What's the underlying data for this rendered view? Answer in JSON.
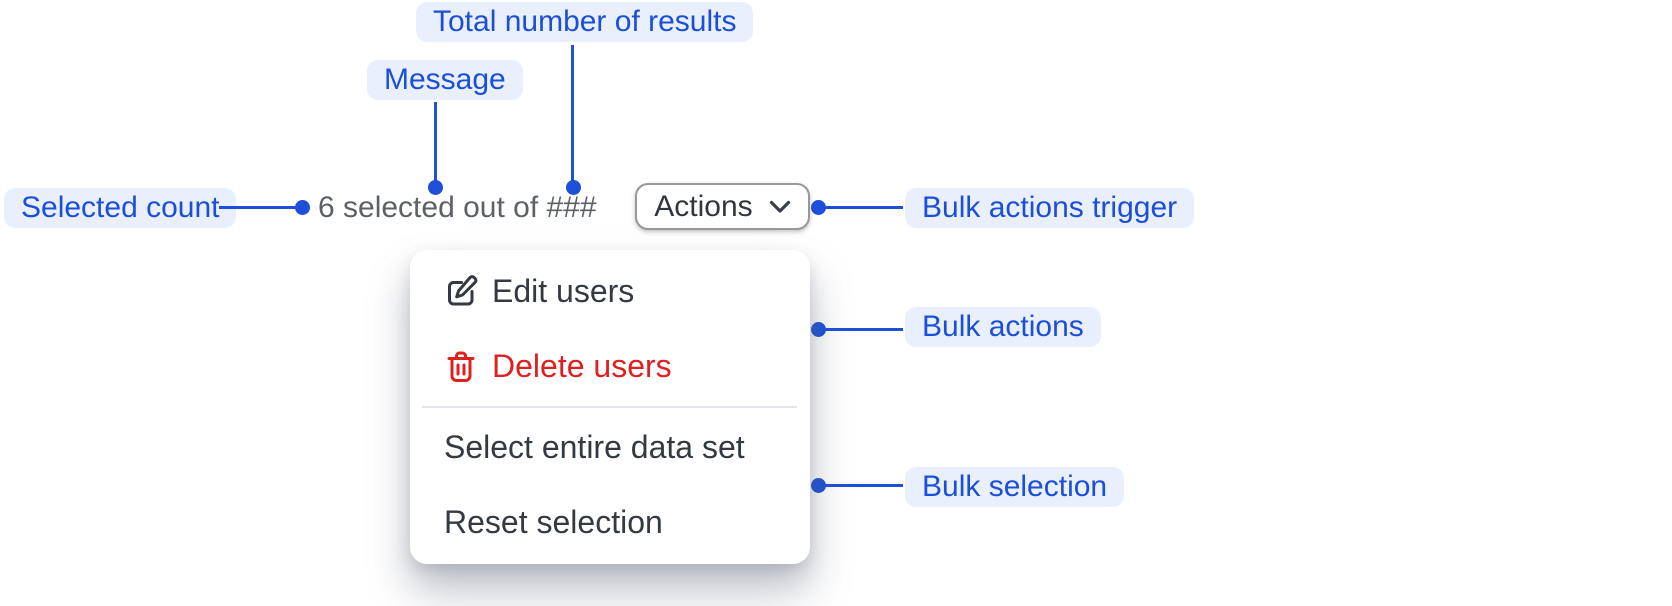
{
  "labels": {
    "selected_count": "Selected count",
    "message": "Message",
    "total_results": "Total number of results",
    "bulk_actions_trigger": "Bulk actions trigger",
    "bulk_actions": "Bulk actions",
    "bulk_selection": "Bulk selection"
  },
  "toolbar": {
    "message": "6 selected out of ###",
    "actions_label": "Actions",
    "actions_icon": "chevron-down-icon"
  },
  "menu": {
    "items": [
      {
        "label": "Edit users",
        "icon": "edit-icon",
        "tone": "default"
      },
      {
        "label": "Delete users",
        "icon": "trash-icon",
        "tone": "critical"
      },
      {
        "label": "Select entire data set",
        "icon": null,
        "tone": "default"
      },
      {
        "label": "Reset selection",
        "icon": null,
        "tone": "default"
      }
    ]
  },
  "colors": {
    "annotation_bg": "#e9effd",
    "annotation_text": "#1c4fd8",
    "connector": "#1d4fd8",
    "message_text": "#5d6066",
    "menu_text": "#343a41",
    "critical": "#e01f1f",
    "button_border": "#96989d",
    "divider": "#e4e5e8",
    "background": "#ffffff"
  }
}
